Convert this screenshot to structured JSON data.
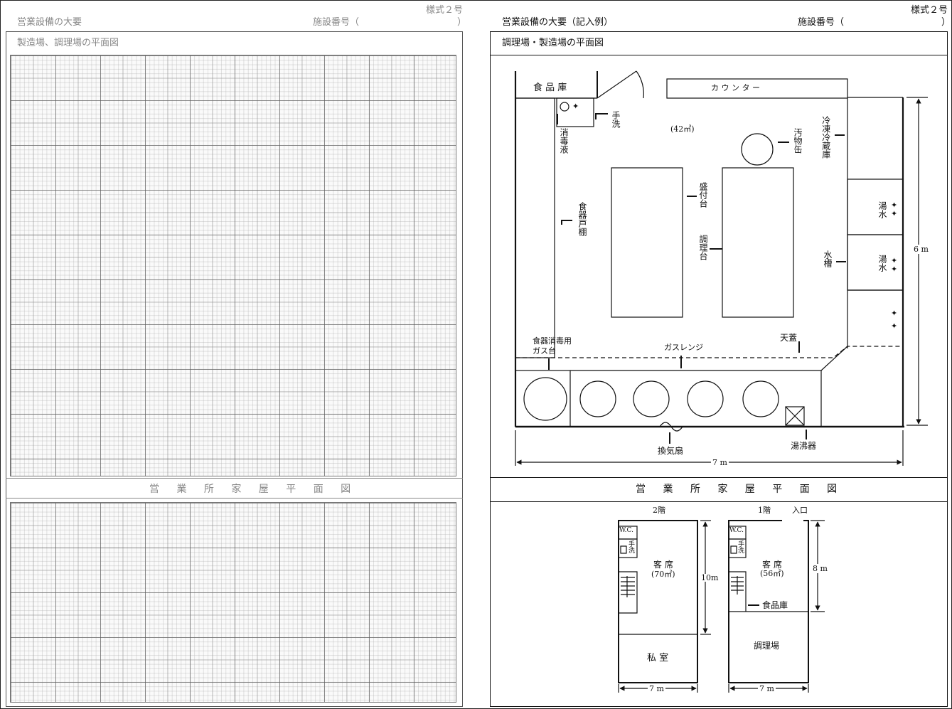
{
  "left": {
    "form_no": "様式２号",
    "header_title": "営業設備の大要",
    "facility_no_label": "施設番号（",
    "facility_no_close": "）",
    "section1_title": "製造場、調理場の平面図",
    "section2_title": "営 業 所 家 屋 平 面 図"
  },
  "right": {
    "form_no": "様式２号",
    "header_title": "営業設備の大要（記入例）",
    "facility_no_label": "施設番号（",
    "facility_no_close": "）",
    "section1_title": "調理場・製造場の平面図",
    "section2_title": "営 業 所 家 屋 平 面 図",
    "kitchen": {
      "storage": "食 品 庫",
      "counter": "カ ウ ン タ ー",
      "area": "(42㎡)",
      "handwash": "手洗",
      "disinfectant": "消毒液",
      "dish_cabinet": "食器戸棚",
      "plating_table": "盛付台",
      "cooking_table": "調理台",
      "waste_can": "汚物缶",
      "fridge": "冷凍冷蔵庫",
      "hot_water_1": "湯水",
      "hot_water_2": "湯水",
      "sink": "水槽",
      "dish_sterilizer_line1": "食器消毒用",
      "dish_sterilizer_line2": "ガス台",
      "gas_range": "ガスレンジ",
      "canopy": "天蓋",
      "ventilation_fan": "換気扇",
      "water_heater": "湯沸器",
      "width_dim": "7 m",
      "depth_dim": "6 m"
    },
    "house": {
      "floor2": {
        "label": "2階",
        "wc": "W.C.",
        "handwash": "手洗",
        "seating": "客 席",
        "seating_area": "(70㎡)",
        "private_room": "私 室",
        "height_dim": "10m",
        "width_dim": "7 m"
      },
      "floor1": {
        "label": "1階",
        "entrance": "入口",
        "wc": "W.C.",
        "handwash": "手洗",
        "seating": "客 席",
        "seating_area": "(56㎡)",
        "storage": "食品庫",
        "kitchen": "調理場",
        "height_dim": "8 m",
        "width_dim": "7 m"
      }
    }
  }
}
